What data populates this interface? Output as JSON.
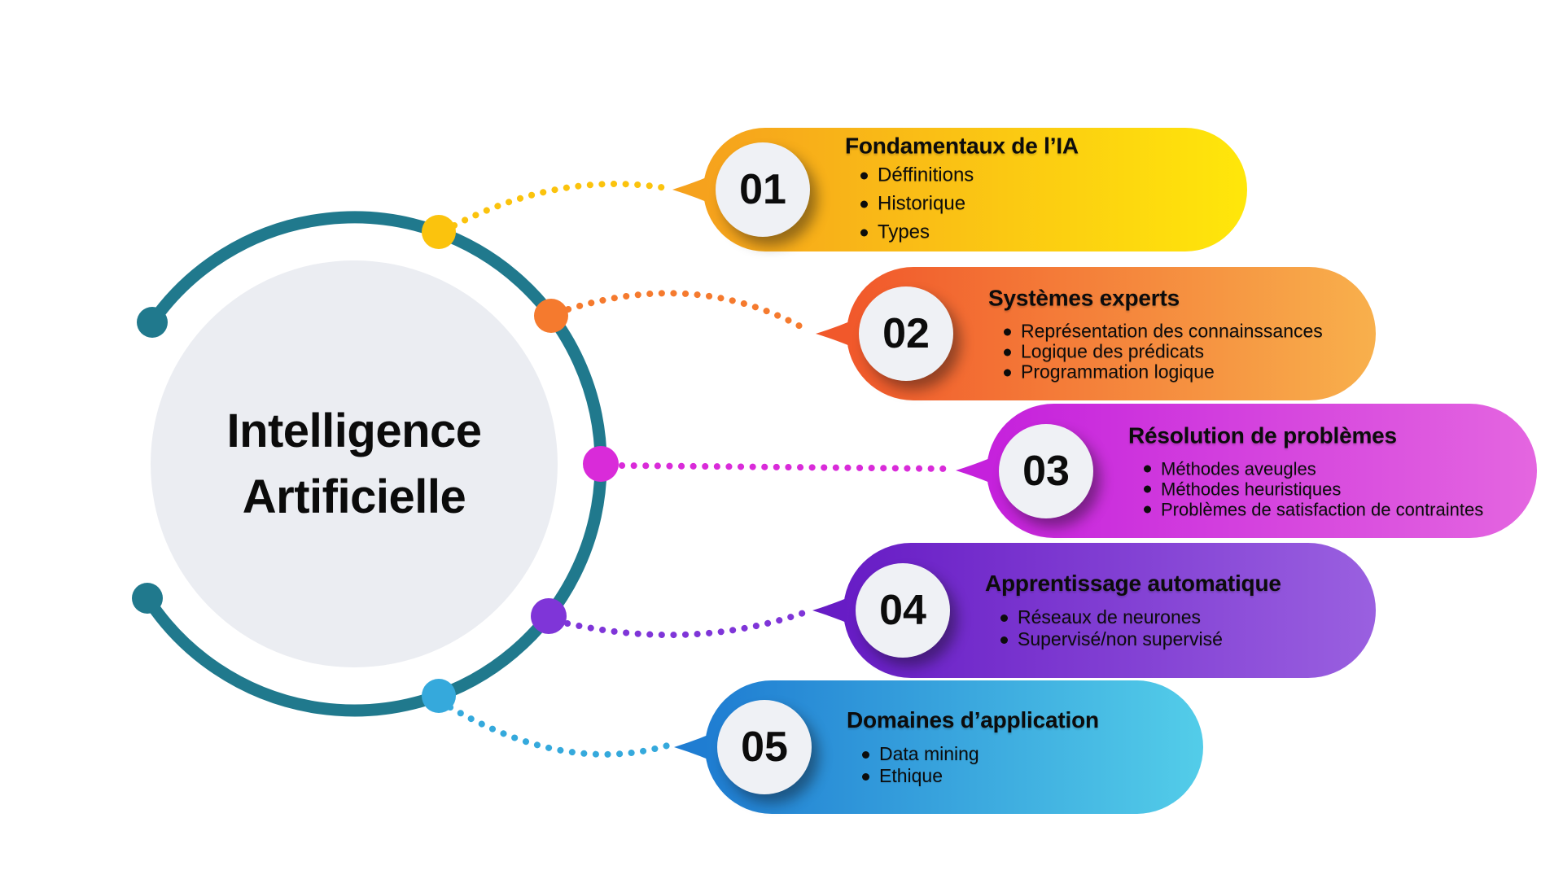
{
  "title": {
    "line1": "Intelligence",
    "line2": "Artificielle"
  },
  "palette": {
    "background": "#FFFFFF",
    "ring_teal": "#20798D",
    "center_circle_bg": "#EBEDF2",
    "text_black": "#0C0C0C",
    "number_circle_bg": "#EFF1F5"
  },
  "cards": [
    {
      "number": "01",
      "title": "Fondamentaux de l’IA",
      "bullets": [
        "Déffinitions",
        "Historique",
        "Types"
      ],
      "gradient_start": "#F6A21D",
      "gradient_end": "#FFE70A",
      "dot_color": "#FBC30D"
    },
    {
      "number": "02",
      "title": "Systèmes experts",
      "bullets": [
        "Représentation des connainssances",
        "Logique des prédicats",
        "Programmation logique"
      ],
      "gradient_start": "#F1582B",
      "gradient_end": "#F8B04C",
      "dot_color": "#F57A2E"
    },
    {
      "number": "03",
      "title": "Résolution de problèmes",
      "bullets": [
        "Méthodes aveugles",
        "Méthodes heuristiques",
        "Problèmes de satisfaction de contraintes"
      ],
      "gradient_start": "#C521DC",
      "gradient_end": "#E466E0",
      "dot_color": "#D92BD9"
    },
    {
      "number": "04",
      "title": "Apprentissage automatique",
      "bullets": [
        "Réseaux de neurones",
        "Supervisé/non supervisé"
      ],
      "gradient_start": "#671CC5",
      "gradient_end": "#9A60E0",
      "dot_color": "#7F35D8"
    },
    {
      "number": "05",
      "title": "Domaines d’application",
      "bullets": [
        "Data mining",
        "Ethique"
      ],
      "gradient_start": "#1F7DD2",
      "gradient_end": "#53CDE9",
      "dot_color": "#35A9DC"
    }
  ]
}
